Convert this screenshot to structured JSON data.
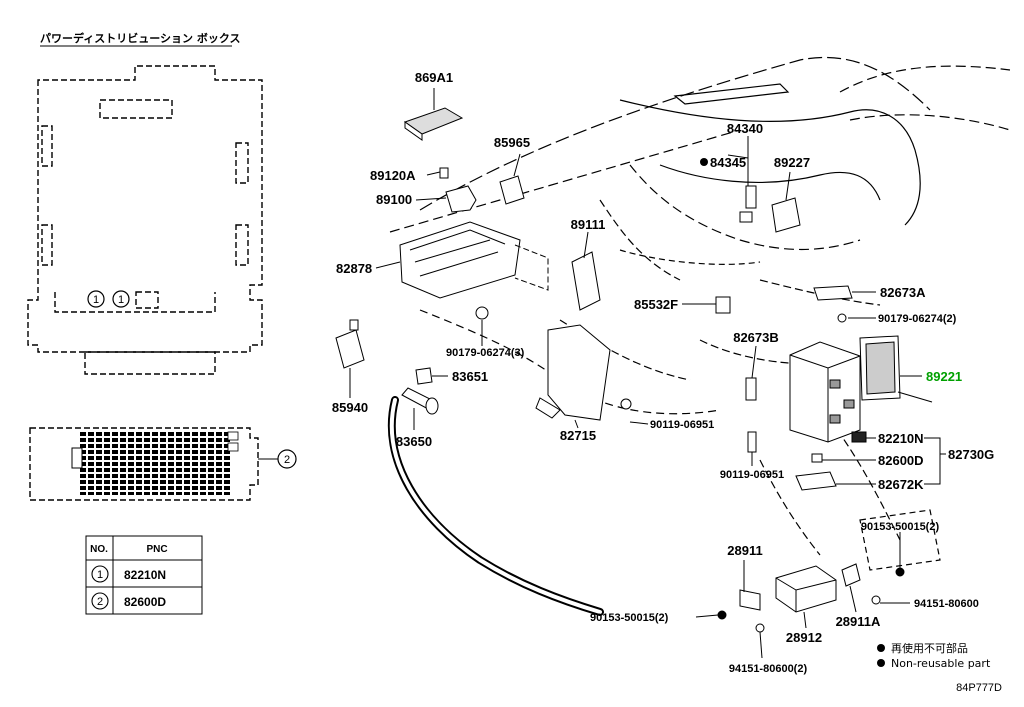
{
  "box_title": "パワーディストリビューション ボックス",
  "table": {
    "headers": [
      "NO.",
      "PNC"
    ],
    "rows": [
      {
        "no": "1",
        "pnc": "82210N"
      },
      {
        "no": "2",
        "pnc": "82600D"
      }
    ]
  },
  "callouts": {
    "c1a": "1",
    "c1b": "1",
    "c2": "2"
  },
  "parts": {
    "p869A1": "869A1",
    "p85965": "85965",
    "p89120A": "89120A",
    "p89100": "89100",
    "p82878": "82878",
    "p89111": "89111",
    "p84340": "84340",
    "p84345": "84345",
    "p89227": "89227",
    "p85532F": "85532F",
    "p82673A": "82673A",
    "p90179_06274_2": "90179-06274(2)",
    "p82673B": "82673B",
    "p89221": "89221",
    "p90179_06274_3": "90179-06274(3)",
    "p83651": "83651",
    "p85940": "85940",
    "p83650": "83650",
    "p82715": "82715",
    "p90119_06951_a": "90119-06951",
    "p90119_06951_b": "90119-06951",
    "p82210N": "82210N",
    "p82600D": "82600D",
    "p82730G": "82730G",
    "p82672K": "82672K",
    "p90153_50015_2a": "90153-50015(2)",
    "p28911": "28911",
    "p94151_80600": "94151-80600",
    "p90153_50015_2b": "90153-50015(2)",
    "p28912": "28912",
    "p28911A": "28911A",
    "p94151_80600_2": "94151-80600(2)"
  },
  "legend": {
    "jp": "再使用不可部品",
    "en": "Non-reusable part"
  },
  "diagram_code": "84P777D",
  "colors": {
    "line": "#000000",
    "highlight": "#00a000"
  }
}
